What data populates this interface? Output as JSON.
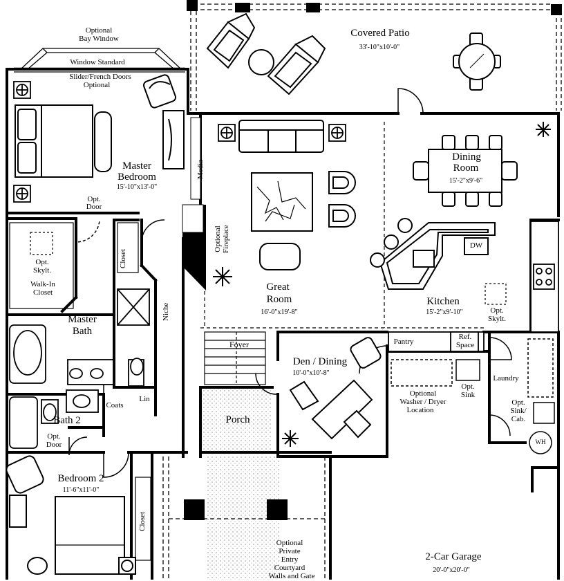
{
  "rooms": {
    "covered_patio": {
      "name": "Covered Patio",
      "dim": "33'-10\"x10'-0\""
    },
    "master_bedroom": {
      "name1": "Master",
      "name2": "Bedroom",
      "dim": "15'-10\"x13'-0\""
    },
    "dining_room": {
      "name1": "Dining",
      "name2": "Room",
      "dim": "15'-2\"x9'-6\""
    },
    "great_room": {
      "name1": "Great",
      "name2": "Room",
      "dim": "16'-0\"x19'-8\""
    },
    "kitchen": {
      "name": "Kitchen",
      "dim": "15'-2\"x9'-10\""
    },
    "master_bath": {
      "name1": "Master",
      "name2": "Bath"
    },
    "den_dining": {
      "name": "Den / Dining",
      "dim": "10'-0\"x10'-8\""
    },
    "bath2": {
      "name": "Bath 2"
    },
    "bedroom2": {
      "name": "Bedroom 2",
      "dim": "11'-6\"x11'-0\""
    },
    "garage": {
      "name": "2-Car Garage",
      "dim": "20'-0\"x20'-0\""
    },
    "porch": {
      "name": "Porch"
    },
    "foyer": {
      "name": "Foyer"
    },
    "laundry": {
      "name": "Laundry"
    }
  },
  "labels": {
    "bay_window": [
      "Optional",
      "Bay Window"
    ],
    "window_standard": "Window Standard",
    "slider_doors": [
      "Slider/French Doors",
      "Optional"
    ],
    "media": "Media",
    "opt_door": [
      "Opt.",
      "Door"
    ],
    "opt_fireplace": [
      "Optional",
      "Fireplace"
    ],
    "opt_skylt_closet": [
      "Opt.",
      "Skylt."
    ],
    "walk_in_closet": [
      "Walk-In",
      "Closet"
    ],
    "closet": "Closet",
    "niche": "Niche",
    "dw": "DW",
    "opt_skylt_kitchen": [
      "Opt.",
      "Skylt."
    ],
    "pantry": "Pantry",
    "ref_space": [
      "Ref.",
      "Space"
    ],
    "washer_dryer": [
      "Optional",
      "Washer / Dryer",
      "Location"
    ],
    "opt_sink": [
      "Opt.",
      "Sink"
    ],
    "opt_sink_cab": [
      "Opt.",
      "Sink/",
      "Cab."
    ],
    "wh": "WH",
    "coats": "Coats",
    "lin": "Lin",
    "opt_door_bath2": [
      "Opt.",
      "Door"
    ],
    "bedroom2_closet": "Closet",
    "courtyard": [
      "Optional",
      "Private",
      "Entry",
      "Courtyard",
      "Walls and Gate"
    ]
  }
}
